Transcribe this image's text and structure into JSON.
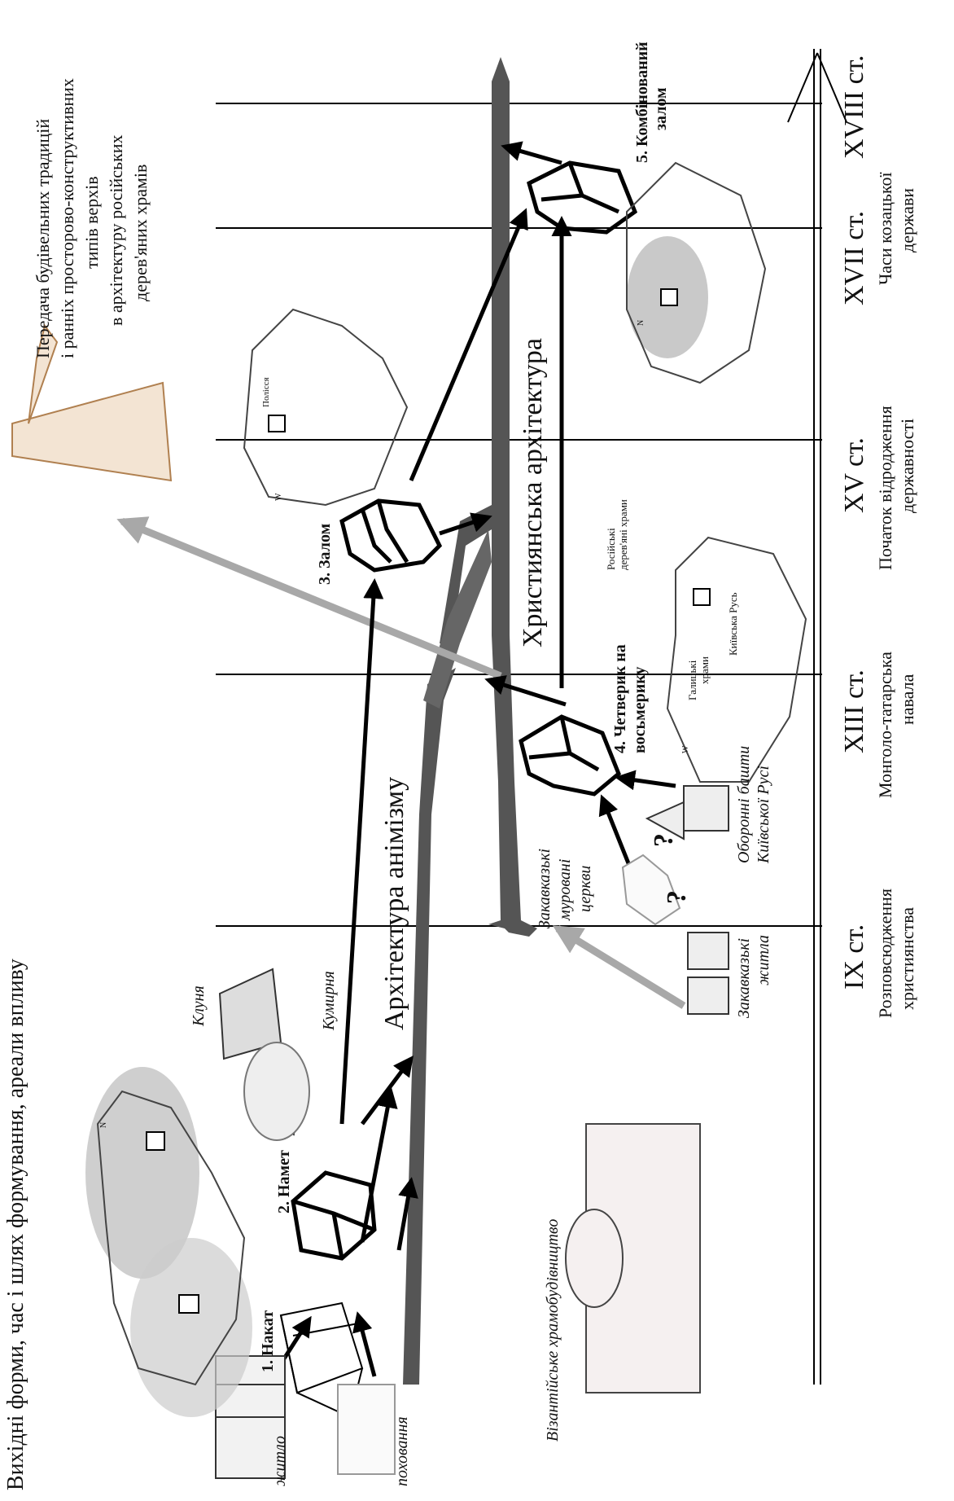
{
  "title": "Вихідні форми, час і шлях формування, ареали впливу",
  "centuries": [
    {
      "label": "IX ст.",
      "event": [
        "Розповсюдження",
        "християнства"
      ]
    },
    {
      "label": "XIII ст.",
      "event": [
        "Монголо-татарська",
        "навала"
      ]
    },
    {
      "label": "XV ст.",
      "event": [
        "Початок відродження",
        "державності"
      ]
    },
    {
      "label": "XVII ст.",
      "event": [
        "Часи козацької",
        "держави"
      ]
    },
    {
      "label": "XVIII ст.",
      "event": []
    }
  ],
  "streams": {
    "animism": "Архітектура анімізму",
    "christian": "Християнська архітектура"
  },
  "forms": {
    "nakat": "1. Накат",
    "namet": "2. Намет",
    "zalom": "3. Залом",
    "chetveryk": [
      "4. Четверик на",
      "восьмерику"
    ],
    "combined": [
      "5. Комбінований",
      "залом"
    ]
  },
  "sources": {
    "zhytlo": "житло",
    "pokhovannia": "поховання",
    "kliunia": "Клуня",
    "kumyrnia": "Кумирня",
    "byzantine": "Візантійське храмобудівництво",
    "zakavkazki_zhytla": [
      "Закавказькі",
      "житла"
    ],
    "zakavkazki_tserkvy": [
      "Закавказькі",
      "муровані",
      "церкви"
    ],
    "oboronni": [
      "Оборонні башти",
      "Київської Русі"
    ],
    "question": "?"
  },
  "map_labels": {
    "polissia": "Полісся",
    "kyivska_rus": "Київська Русь",
    "halytski": [
      "Галицькі",
      "храми"
    ],
    "rosiiski": [
      "Російські",
      "дерев'яні храми"
    ],
    "north": "N",
    "west": "W"
  },
  "transfer": [
    "Передача будівельних традицій",
    "і ранніх просторово-конструктивних",
    "типів верхів",
    "в архітектуру російських",
    "дерев'яних храмів"
  ]
}
